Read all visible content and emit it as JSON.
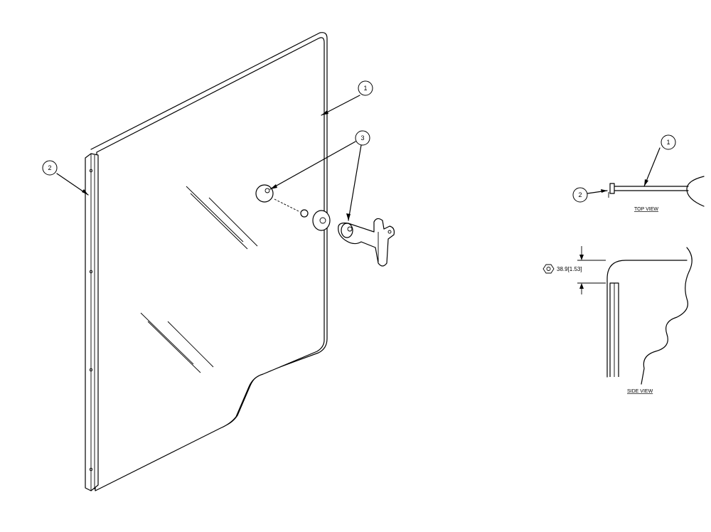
{
  "balloons": {
    "glass_panel": "1",
    "hinge_channel": "2",
    "hardware": "3",
    "top_view_panel": "1",
    "top_view_channel": "2"
  },
  "views": {
    "top_view": "TOP VIEW",
    "side_view": "SIDE VIEW"
  },
  "dimension": {
    "symbol": "hex-nut-icon",
    "text": "38.9[1.53]"
  }
}
